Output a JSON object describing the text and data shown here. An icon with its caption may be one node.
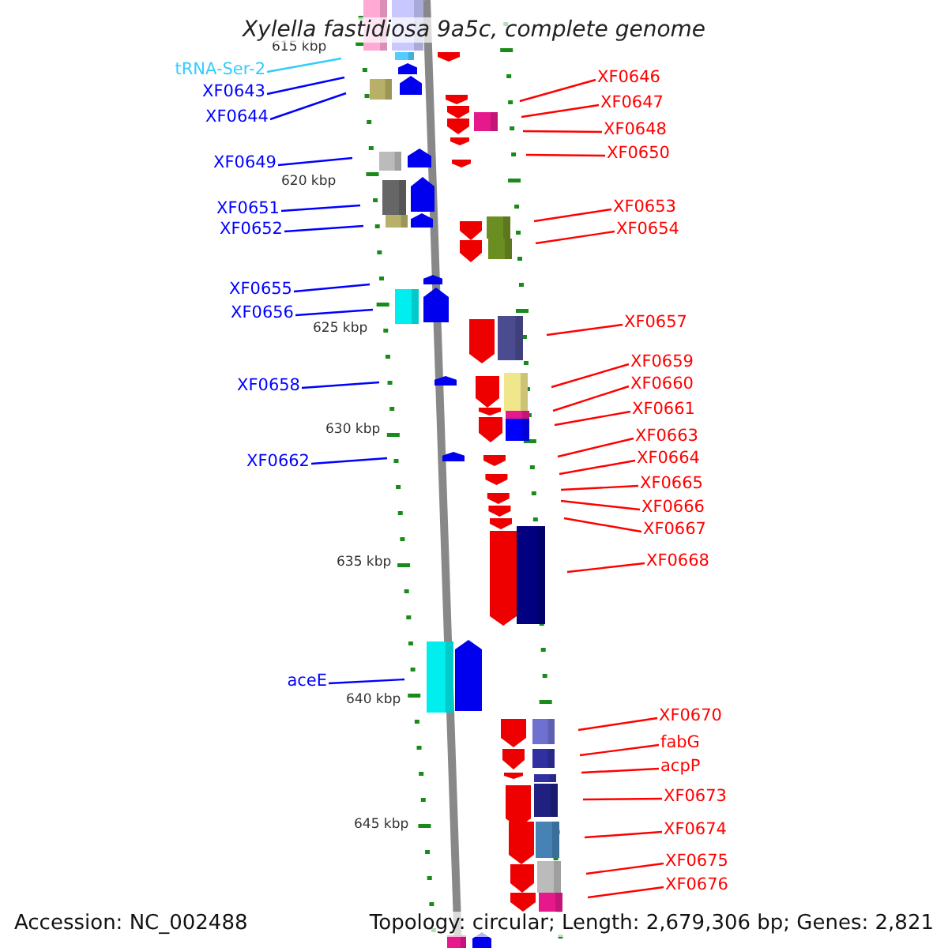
{
  "diagram": {
    "title": "Xylella fastidiosa 9a5c, complete genome",
    "nodes": [
      {
        "text": [
          "tRNA-Ser-2"
        ]
      },
      {
        "text": [
          "XF0643"
        ]
      },
      {
        "text": [
          "XF0644"
        ]
      },
      {
        "text": [
          "XF0649"
        ]
      },
      {
        "text": [
          "XF0651"
        ]
      },
      {
        "text": [
          "XF0652"
        ]
      },
      {
        "text": [
          "XF0655"
        ]
      },
      {
        "text": [
          "XF0656"
        ]
      },
      {
        "text": [
          "XF0658"
        ]
      },
      {
        "text": [
          "XF0662"
        ]
      },
      {
        "text": [
          "aceE"
        ]
      },
      {
        "text": [
          "XF0646"
        ]
      },
      {
        "text": [
          "XF0647"
        ]
      },
      {
        "text": [
          "XF0648"
        ]
      },
      {
        "text": [
          "XF0650"
        ]
      },
      {
        "text": [
          "XF0653"
        ]
      },
      {
        "text": [
          "XF0654"
        ]
      },
      {
        "text": [
          "XF0657"
        ]
      },
      {
        "text": [
          "XF0659"
        ]
      },
      {
        "text": [
          "XF0660"
        ]
      },
      {
        "text": [
          "XF0661"
        ]
      },
      {
        "text": [
          "XF0663"
        ]
      },
      {
        "text": [
          "XF0664"
        ]
      },
      {
        "text": [
          "XF0665"
        ]
      },
      {
        "text": [
          "XF0666"
        ]
      },
      {
        "text": [
          "XF0667"
        ]
      },
      {
        "text": [
          "XF0668"
        ]
      },
      {
        "text": [
          "XF0670"
        ]
      },
      {
        "text": [
          "fabG"
        ]
      },
      {
        "text": [
          "acpP"
        ]
      },
      {
        "text": [
          "XF0673"
        ]
      },
      {
        "text": [
          "XF0674"
        ]
      },
      {
        "text": [
          "XF0675"
        ]
      },
      {
        "text": [
          "XF0676"
        ]
      }
    ],
    "edges": [
      {
        "from": 0,
        "to": null,
        "arrow": "none",
        "color": "#33ccff"
      },
      {
        "from": 1,
        "to": null,
        "arrow": "none",
        "color": "#0000ff"
      },
      {
        "from": 2,
        "to": null,
        "arrow": "none",
        "color": "#0000ff"
      },
      {
        "from": 3,
        "to": null,
        "arrow": "none",
        "color": "#0000ff"
      },
      {
        "from": 4,
        "to": null,
        "arrow": "none",
        "color": "#0000ff"
      },
      {
        "from": 5,
        "to": null,
        "arrow": "none",
        "color": "#0000ff"
      },
      {
        "from": 6,
        "to": null,
        "arrow": "none",
        "color": "#0000ff"
      },
      {
        "from": 7,
        "to": null,
        "arrow": "none",
        "color": "#0000ff"
      },
      {
        "from": 8,
        "to": null,
        "arrow": "none",
        "color": "#0000ff"
      },
      {
        "from": 9,
        "to": null,
        "arrow": "none",
        "color": "#0000ff"
      },
      {
        "from": 10,
        "to": null,
        "arrow": "none",
        "color": "#0000ff"
      },
      {
        "from": 11,
        "to": null,
        "arrow": "none"
      },
      {
        "from": 12,
        "to": null,
        "arrow": "none"
      },
      {
        "from": 13,
        "to": null,
        "arrow": "none"
      },
      {
        "from": 14,
        "to": null,
        "arrow": "none"
      },
      {
        "from": 15,
        "to": null,
        "arrow": "none"
      },
      {
        "from": 16,
        "to": null,
        "arrow": "none"
      },
      {
        "from": 17,
        "to": null,
        "arrow": "none"
      },
      {
        "from": 18,
        "to": null,
        "arrow": "none"
      },
      {
        "from": 19,
        "to": null,
        "arrow": "none"
      },
      {
        "from": 20,
        "to": null,
        "arrow": "none"
      },
      {
        "from": 21,
        "to": null,
        "arrow": "none"
      },
      {
        "from": 22,
        "to": null,
        "arrow": "none"
      },
      {
        "from": 23,
        "to": null,
        "arrow": "none"
      },
      {
        "from": 24,
        "to": null,
        "arrow": "none"
      },
      {
        "from": 25,
        "to": null,
        "arrow": "none"
      },
      {
        "from": 26,
        "to": null,
        "arrow": "none"
      },
      {
        "from": 27,
        "to": null,
        "arrow": "none"
      },
      {
        "from": 28,
        "to": null,
        "arrow": "none"
      },
      {
        "from": 29,
        "to": null,
        "arrow": "none"
      },
      {
        "from": 30,
        "to": null,
        "arrow": "none"
      },
      {
        "from": 31,
        "to": null,
        "arrow": "none"
      },
      {
        "from": 32,
        "to": null,
        "arrow": "none"
      },
      {
        "from": 33,
        "to": null,
        "arrow": "none"
      }
    ],
    "labels": [
      "615 kbp",
      "620 kbp",
      "625 kbp",
      "630 kbp",
      "635 kbp",
      "640 kbp",
      "645 kbp",
      "Accession: NC_002488",
      "Topology: circular; Length: 2,679,306 bp; Genes: 2,821"
    ]
  }
}
